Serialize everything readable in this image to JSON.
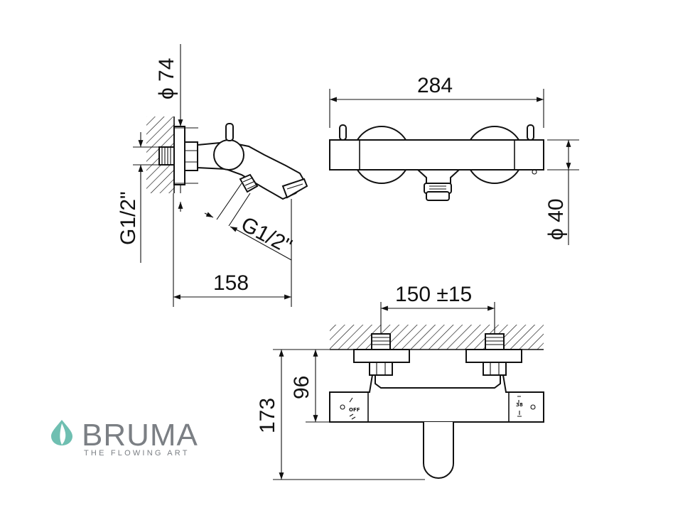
{
  "dimensions": {
    "side_flange_diameter": "ϕ 74",
    "side_inlet_thread": "G1/2\"",
    "side_outlet_thread": "G1/2\"",
    "side_depth": "158",
    "front_width": "284",
    "front_diameter": "ϕ 40",
    "bottom_centers": "150 ±15",
    "bottom_total_height": "173",
    "bottom_axis_height": "96"
  },
  "handle_markings": {
    "left_off": "OFF",
    "right_temp": "38"
  },
  "brand": {
    "name": "BRUMA",
    "tagline": "THE FLOWING ART",
    "teal": "#6fbfb1",
    "gray": "#7b7f84"
  },
  "colors": {
    "line": "#111111",
    "background": "#ffffff"
  }
}
